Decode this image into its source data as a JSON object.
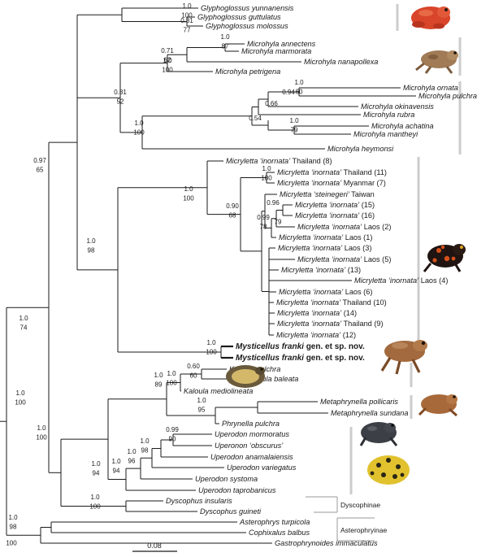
{
  "taxa": [
    {
      "pre": "Glyphoglossus yunnanensis",
      "post": ""
    },
    {
      "pre": "Glyphoglossus guttulatus",
      "post": ""
    },
    {
      "pre": "Glyphoglossus molossus",
      "post": ""
    },
    {
      "pre": "Microhyla annectens",
      "post": ""
    },
    {
      "pre": "Microhyla marmorata",
      "post": ""
    },
    {
      "pre": "Microhyla nanapollexa",
      "post": ""
    },
    {
      "pre": "Microhyla petrigena",
      "post": ""
    },
    {
      "pre": "Microhyla ornata",
      "post": ""
    },
    {
      "pre": "Microhyla pulchra",
      "post": ""
    },
    {
      "pre": "Microhyla okinavensis",
      "post": ""
    },
    {
      "pre": "Microhyla rubra",
      "post": ""
    },
    {
      "pre": "Microhyla achatina",
      "post": ""
    },
    {
      "pre": "Microhyla mantheyi",
      "post": ""
    },
    {
      "pre": "Microhyla heymonsi",
      "post": ""
    },
    {
      "pre": "Micryletta ‘inornata’",
      "post": " Thailand (8)"
    },
    {
      "pre": "Micryletta ‘inornata’",
      "post": " Thailand (11)"
    },
    {
      "pre": "Micryletta ‘inornata’",
      "post": " Myanmar (7)"
    },
    {
      "pre": "Micryletta ‘steinegeri’",
      "post": " Taiwan"
    },
    {
      "pre": "Micryletta ‘inornata’",
      "post": " (15)"
    },
    {
      "pre": "Micryletta ‘inornata’",
      "post": " (16)"
    },
    {
      "pre": "Micryletta ‘inornata’",
      "post": " Laos (2)"
    },
    {
      "pre": "Micryletta ‘inornata’",
      "post": " Laos (1)"
    },
    {
      "pre": "Micryletta ‘inornata’",
      "post": " Laos (3)"
    },
    {
      "pre": "Micryletta ‘inornata’",
      "post": " Laos (5)"
    },
    {
      "pre": "Micryletta ‘inornata’",
      "post": " (13)"
    },
    {
      "pre": "Micryletta ‘inornata’",
      "post": " Laos (4)"
    },
    {
      "pre": "Micryletta ‘inornata’",
      "post": " Laos (6)"
    },
    {
      "pre": "Micryletta ‘inornata’",
      "post": " Thailand (10)"
    },
    {
      "pre": "Micryletta ‘inornata’",
      "post": " (14)"
    },
    {
      "pre": "Micryletta ‘inornata’",
      "post": " Thailand (9)"
    },
    {
      "pre": "Micryletta ‘inornata’",
      "post": " (12)"
    },
    {
      "pre": "Mysticellus franki",
      "post": " gen. et sp. nov.",
      "bold": true
    },
    {
      "pre": "Mysticellus franki",
      "post": " gen. et sp. nov.",
      "bold": true
    },
    {
      "pre": "Kaloula pulchra",
      "post": ""
    },
    {
      "pre": "Kaloula baleata",
      "post": ""
    },
    {
      "pre": "Kaloula mediolineata",
      "post": ""
    },
    {
      "pre": "Metaphrynella pollicaris",
      "post": ""
    },
    {
      "pre": "Metaphrynella sundana",
      "post": ""
    },
    {
      "pre": "Phrynella pulchra",
      "post": ""
    },
    {
      "pre": "Uperodon mormoratus",
      "post": ""
    },
    {
      "pre": "Uperonon ‘obscurus’",
      "post": ""
    },
    {
      "pre": "Uperodon anamalaiensis",
      "post": ""
    },
    {
      "pre": "Uperodon variegatus",
      "post": ""
    },
    {
      "pre": "Uperodon systoma",
      "post": ""
    },
    {
      "pre": "Uperodon taprobanicus",
      "post": ""
    },
    {
      "pre": "Dyscophus insularis",
      "post": ""
    },
    {
      "pre": "Dyscophus guineti",
      "post": ""
    },
    {
      "pre": "Asterophrys turpicola",
      "post": ""
    },
    {
      "pre": "Cophixalus balbus",
      "post": ""
    },
    {
      "pre": "Gastrophrynoides immaculatus",
      "post": ""
    }
  ],
  "support": [
    {
      "node": "root",
      "pp": "1.0",
      "bs": "100"
    },
    {
      "node": "Glyphoglossus",
      "pp": "1.0",
      "bs": "100"
    },
    {
      "node": "Glyphoglossus guttulatus+molossus",
      "pp": "0.81",
      "bs": "77"
    },
    {
      "node": "Microhyla annectens+marmorata",
      "pp": "1.0",
      "bs": "87"
    },
    {
      "node": "Microhyla annectens+marmorata+nanapollexa",
      "pp": "0.71",
      "bs": "62"
    },
    {
      "node": "Microhyla petrigena clade",
      "pp": "1.0",
      "bs": "100"
    },
    {
      "node": "Microhyla",
      "pp": "0.81",
      "bs": "52"
    },
    {
      "node": "Microhyla ornata+pulchra",
      "pp": "1.0",
      "bs": "60"
    },
    {
      "node": "Microhyla ornata group",
      "pp": "0.94",
      "bs": ""
    },
    {
      "node": "Microhyla okinavensis group",
      "pp": "0.66",
      "bs": ""
    },
    {
      "node": "Microhyla achatina+mantheyi",
      "pp": "1.0",
      "bs": "79"
    },
    {
      "node": "Microhyla achatina group",
      "pp": "0.54",
      "bs": ""
    },
    {
      "node": "Microhyla heymonsi group",
      "pp": "1.0",
      "bs": "100"
    },
    {
      "node": "Microhylinae",
      "pp": "0.97",
      "bs": "65"
    },
    {
      "node": "Micryletta Thailand (11)+Myanmar (7)",
      "pp": "1.0",
      "bs": "100"
    },
    {
      "node": "Micryletta",
      "pp": "1.0",
      "bs": "100"
    },
    {
      "node": "Micryletta inner clade",
      "pp": "0.90",
      "bs": "68"
    },
    {
      "node": "Micryletta (15)+(16)",
      "pp": "0.96",
      "bs": ""
    },
    {
      "node": "Micryletta (15)+(16)+Laos (2)",
      "pp": "",
      "bs": "79"
    },
    {
      "node": "Micryletta Laos (2)+Laos (1)",
      "pp": "0.99",
      "bs": "78"
    },
    {
      "node": "Micryletta+Mysticellus",
      "pp": "1.0",
      "bs": "98"
    },
    {
      "node": "Mysticellus",
      "pp": "1.0",
      "bs": "100"
    },
    {
      "node": "Kaloula pulchra+baleata",
      "pp": "0.60",
      "bs": "60"
    },
    {
      "node": "Kaloula",
      "pp": "1.0",
      "bs": "100"
    },
    {
      "node": "Kaloula+Metaphrynella+Phrynella",
      "pp": "1.0",
      "bs": "89"
    },
    {
      "node": "Metaphrynella+Phrynella",
      "pp": "1.0",
      "bs": "95"
    },
    {
      "node": "Uperodon mormoratus+obscurus",
      "pp": "0.99",
      "bs": "90"
    },
    {
      "node": "Uperodon anamalaiensis group",
      "pp": "1.0",
      "bs": "98"
    },
    {
      "node": "Uperodon variegatus group",
      "pp": "1.0",
      "bs": "96"
    },
    {
      "node": "Uperodon systoma group",
      "pp": "1.0",
      "bs": "94"
    },
    {
      "node": "Uperodon",
      "pp": "1.0",
      "bs": "94"
    },
    {
      "node": "Kaloula+Uperodon",
      "pp": "1.0",
      "bs": "100"
    },
    {
      "node": "Microhylidae excl. Asterophryinae",
      "pp": "1.0",
      "bs": "74"
    },
    {
      "node": "Dyscophus",
      "pp": "1.0",
      "bs": "100"
    },
    {
      "node": "Asterophrys+Cophixalus",
      "pp": "1.0",
      "bs": "98"
    },
    {
      "node": "Asterophryinae",
      "pp": "",
      "bs": "100"
    }
  ],
  "groups": {
    "dyscophinae": "Dyscophinae",
    "asterophryinae": "Asterophryinae"
  },
  "scale_bar": "0.08",
  "colors": {
    "branch": "#1a1a1a",
    "clade_bar": "#cccccc",
    "bracket": "#9a9a9a"
  }
}
